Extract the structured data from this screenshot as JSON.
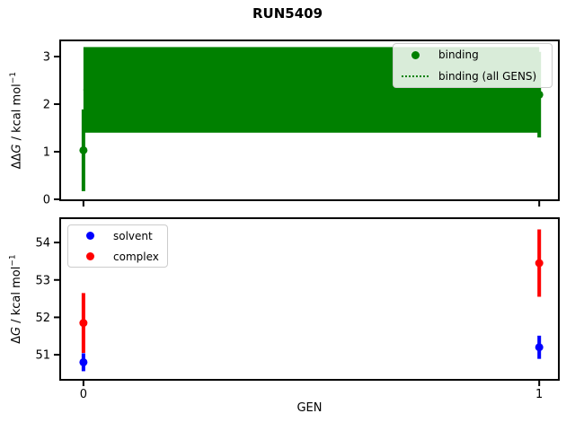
{
  "page": {
    "title": "RUN5409"
  },
  "colors": {
    "binding": "#008000",
    "solvent": "#0000ff",
    "complex": "#ff0000",
    "axis": "#000000",
    "legend_border": "#cccccc",
    "background": "#ffffff"
  },
  "chart_data": [
    {
      "type": "scatter",
      "name": "binding-panel",
      "ylabel": "ΔΔG / kcal mol−1",
      "ylabel_parts": {
        "prefix": "ΔΔ",
        "variable": "G",
        "unit": " / kcal mol",
        "superscript": "−1"
      },
      "xlim": [
        -0.051,
        1.043
      ],
      "ylim": [
        -0.02,
        3.34
      ],
      "yticks": [
        0,
        1,
        2,
        3
      ],
      "xticks": [
        0,
        1
      ],
      "xticklabels": false,
      "grid": false,
      "series": [
        {
          "name": "binding",
          "color": "#008000",
          "x": [
            0,
            1
          ],
          "y": [
            1.03,
            2.2
          ],
          "yerr": [
            0.86,
            0.9
          ]
        }
      ],
      "band": {
        "name": "binding (all GENS)",
        "color": "#008000",
        "x_from": 0,
        "x_to": 1,
        "y_center": 2.3,
        "y_half": 0.9,
        "line_style": "dotted"
      },
      "legend": {
        "position": "upper right",
        "entries": [
          {
            "label": "binding",
            "marker": "dot",
            "color": "#008000"
          },
          {
            "label": "binding (all GENS)",
            "marker": "dotted-line",
            "color": "#008000"
          }
        ]
      }
    },
    {
      "type": "scatter",
      "name": "dg-panel",
      "xlabel": "GEN",
      "ylabel": "ΔG / kcal mol−1",
      "ylabel_parts": {
        "prefix": "Δ",
        "variable": "G",
        "unit": " / kcal mol",
        "superscript": "−1"
      },
      "xlim": [
        -0.051,
        1.043
      ],
      "ylim": [
        50.33,
        54.65
      ],
      "yticks": [
        51,
        52,
        53,
        54
      ],
      "xticks": [
        0,
        1
      ],
      "xticklabels": true,
      "grid": false,
      "series": [
        {
          "name": "solvent",
          "color": "#0000ff",
          "x": [
            0,
            1
          ],
          "y": [
            50.8,
            51.2
          ],
          "yerr": [
            0.24,
            0.31
          ]
        },
        {
          "name": "complex",
          "color": "#ff0000",
          "x": [
            0,
            1
          ],
          "y": [
            51.85,
            53.45
          ],
          "yerr": [
            0.8,
            0.9
          ]
        }
      ],
      "legend": {
        "position": "upper left",
        "entries": [
          {
            "label": "solvent",
            "marker": "dot",
            "color": "#0000ff"
          },
          {
            "label": "complex",
            "marker": "dot",
            "color": "#ff0000"
          }
        ]
      }
    }
  ]
}
